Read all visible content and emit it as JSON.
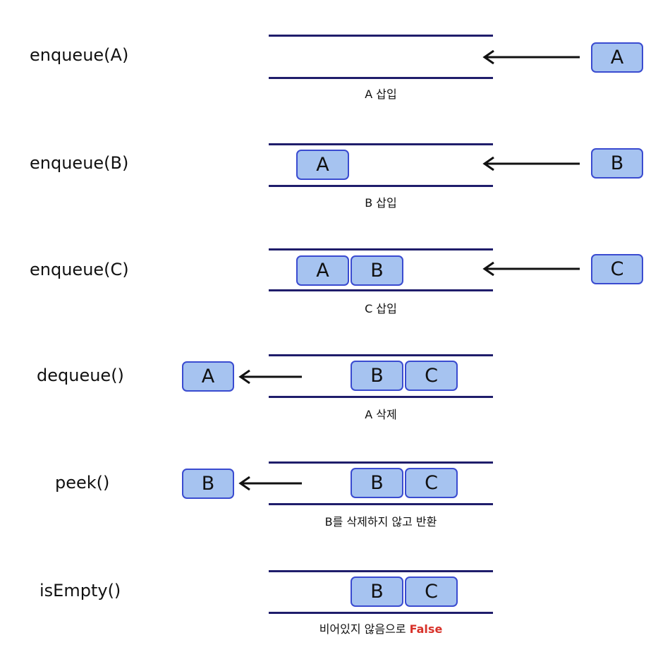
{
  "steps": [
    {
      "op": "enqueue(A)",
      "caption": "A 삽입",
      "incoming": "A",
      "queue": []
    },
    {
      "op": "enqueue(B)",
      "caption": "B 삽입",
      "incoming": "B",
      "queue": [
        "A"
      ]
    },
    {
      "op": "enqueue(C)",
      "caption": "C 삽입",
      "incoming": "C",
      "queue": [
        "A",
        "B"
      ]
    },
    {
      "op": "dequeue()",
      "caption": "A 삭제",
      "outgoing": "A",
      "queue": [
        "B",
        "C"
      ]
    },
    {
      "op": "peek()",
      "caption": "B를 삭제하지 않고 반환",
      "outgoing": "B",
      "queue": [
        "B",
        "C"
      ]
    },
    {
      "op": "isEmpty()",
      "caption": "비어있지 않음으로",
      "caption_highlight": "False",
      "queue": [
        "B",
        "C"
      ]
    }
  ],
  "colors": {
    "rail": "#1f1d6b",
    "box_fill": "#a6c3f0",
    "box_border": "#3a4bd0",
    "highlight": "#d8322a"
  }
}
